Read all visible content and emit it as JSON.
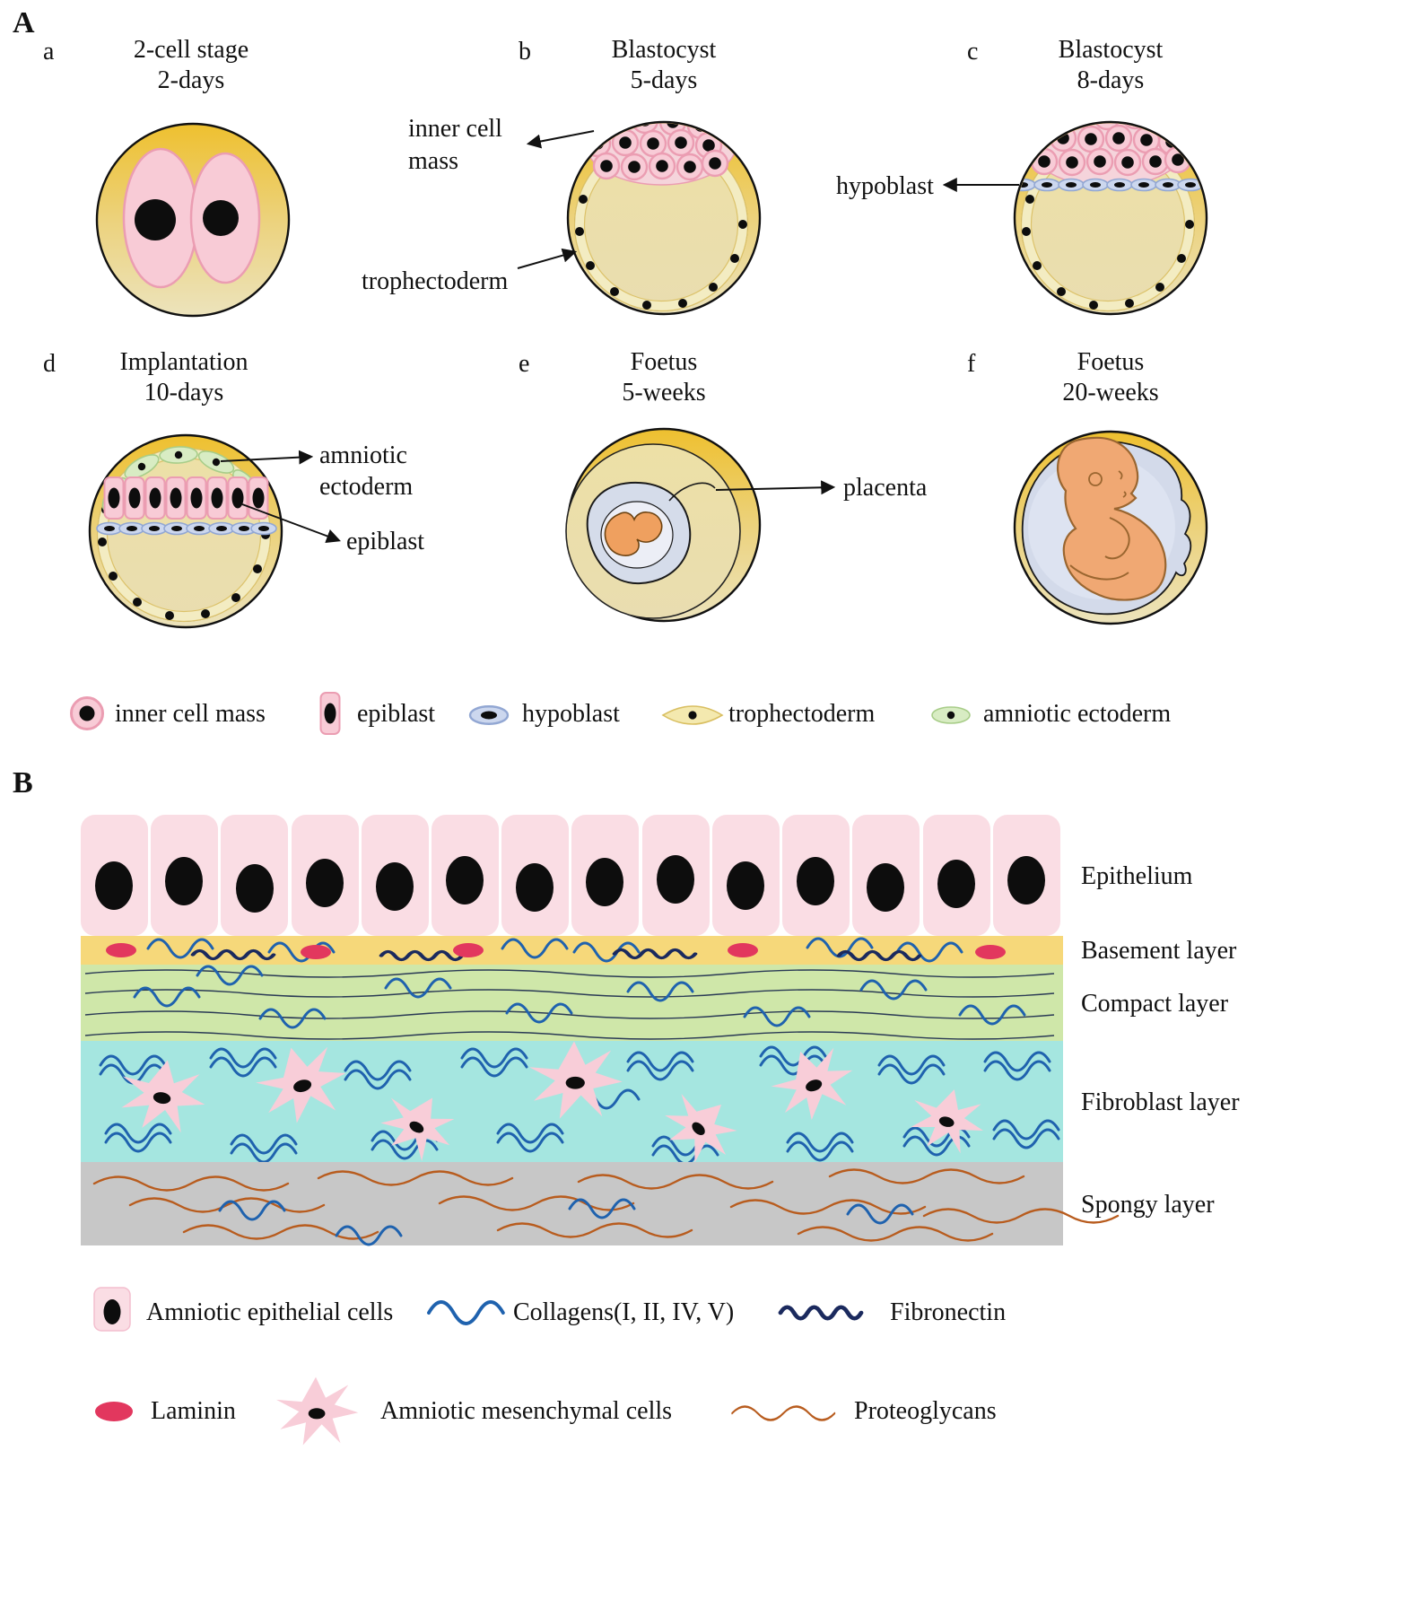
{
  "figure": {
    "panel_a_label": "A",
    "panel_b_label": "B"
  },
  "panel_a": {
    "stages": [
      {
        "letter": "a",
        "line1": "2-cell stage",
        "line2": "2-days"
      },
      {
        "letter": "b",
        "line1": "Blastocyst",
        "line2": "5-days"
      },
      {
        "letter": "c",
        "line1": "Blastocyst",
        "line2": "8-days"
      },
      {
        "letter": "d",
        "line1": "Implantation",
        "line2": "10-days"
      },
      {
        "letter": "e",
        "line1": "Foetus",
        "line2": "5-weeks"
      },
      {
        "letter": "f",
        "line1": "Foetus",
        "line2": "20-weeks"
      }
    ],
    "annotations": {
      "inner_cell_line1": "inner cell",
      "inner_cell_line2": "mass",
      "trophectoderm": "trophectoderm",
      "hypoblast": "hypoblast",
      "amniotic_line1": "amniotic",
      "amniotic_line2": "ectoderm",
      "epiblast": "epiblast",
      "placenta": "placenta"
    },
    "legend": [
      {
        "label": "inner cell mass"
      },
      {
        "label": "epiblast"
      },
      {
        "label": "hypoblast"
      },
      {
        "label": "trophectoderm"
      },
      {
        "label": "amniotic ectoderm"
      }
    ]
  },
  "panel_b": {
    "layers": [
      {
        "name": "Epithelium",
        "color": "#fadde4"
      },
      {
        "name": "Basement layer",
        "color": "#f6d87a"
      },
      {
        "name": "Compact layer",
        "color": "#cfe7a9"
      },
      {
        "name": "Fibroblast layer",
        "color": "#a5e6e0"
      },
      {
        "name": "Spongy layer",
        "color": "#c7c7c7"
      }
    ],
    "legend": [
      {
        "label": "Amniotic epithelial cells"
      },
      {
        "label": "Collagens(I, II, IV, V)"
      },
      {
        "label": "Fibronectin"
      },
      {
        "label": "Laminin"
      },
      {
        "label": "Amniotic mesenchymal cells"
      },
      {
        "label": "Proteoglycans"
      }
    ]
  },
  "colors": {
    "cell_pink": "#f8cbd6",
    "cell_pink_stroke": "#eb9db2",
    "nucleus_black": "#0d0d0d",
    "yolk_gold": "#eec13a",
    "yolk_pale": "#ece3bc",
    "trophectoderm_yellow": "#f3ecc2",
    "hypoblast_blue": "#ccd7ee",
    "amniotic_ectoderm_green": "#d8ecc3",
    "laminin_red": "#e2375e",
    "collagen_blue": "#1f62ae",
    "fibronectin_navy": "#1b2a5e",
    "proteoglycan_orange": "#b85c1e",
    "fetus_orange": "#f0a873",
    "amniotic_sac_blue": "#d3daea"
  }
}
